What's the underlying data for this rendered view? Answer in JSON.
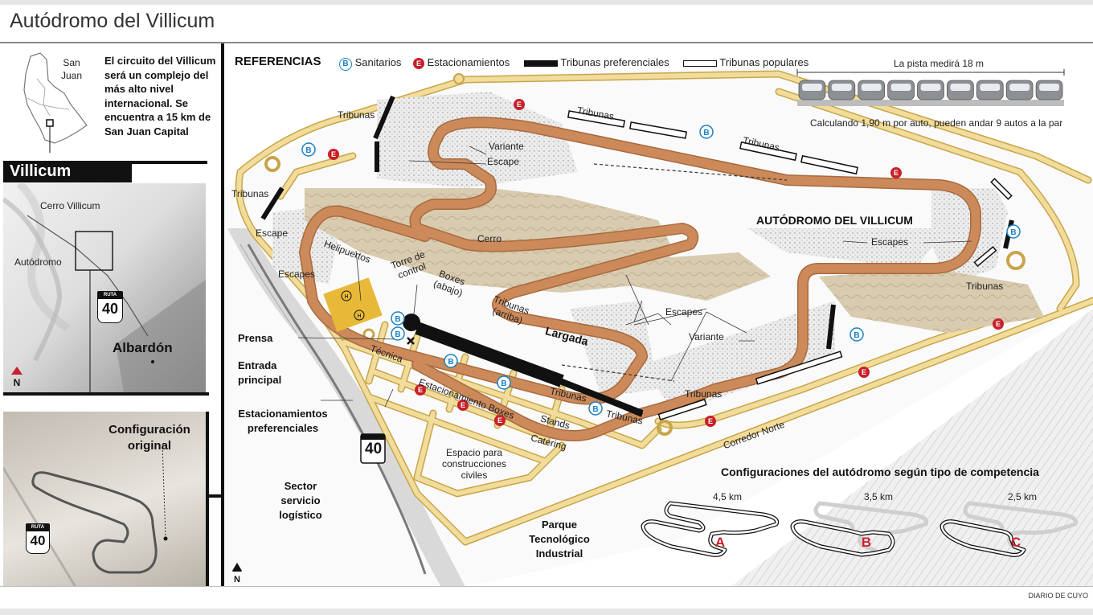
{
  "title": "Autódromo del Villicum",
  "footer": "DIARIO DE CUYO",
  "intro": "El circuito del Villicum será un complejo del más alto nivel internacional. Se encuentra a 15 km de San Juan Capital",
  "locator": {
    "label": "San Juan"
  },
  "villicum_bar": "Villicum",
  "aerial_labels": {
    "cerro": "Cerro Villicum",
    "autodromo": "Autódromo",
    "albardon": "Albardón",
    "ruta_word": "RUTA",
    "ruta_num": "40"
  },
  "original_config": {
    "label": "Configuración original",
    "ruta_word": "RUTA",
    "ruta_num": "40"
  },
  "legend": {
    "title": "REFERENCIAS",
    "items": [
      {
        "icon": "B",
        "label": "Sanitarios"
      },
      {
        "icon": "E",
        "label": "Estacionamientos"
      },
      {
        "icon": "black-bar",
        "label": "Tribunas preferenciales"
      },
      {
        "icon": "white-bar",
        "label": "Tribunas populares"
      }
    ]
  },
  "track_width": {
    "title": "La pista medirá 18 m",
    "caption": "Calculando 1,90 m por auto, pueden andar 9 autos a la par",
    "cars": 9
  },
  "map_labels": {
    "tribunas": "Tribunas",
    "variante": "Variante",
    "escape": "Escape",
    "escapes": "Escapes",
    "cerro": "Cerro",
    "autodromo": "AUTÓDROMO DEL VILLICUM",
    "helipuertos": "Helipuertos",
    "torre": "Torre de control",
    "boxes_abajo": "Boxes (abajo)",
    "tribunas_arriba": "Tribunas (arriba)",
    "largada": "Largada",
    "prensa": "Prensa",
    "tecnica": "Técnica",
    "entrada": "Entrada principal",
    "estac_boxes": "Estacionamiento Boxes",
    "estac_pref": "Estacionamientos preferenciales",
    "stands": "Stands",
    "catering": "Catering",
    "espacio": "Espacio para construcciones civiles",
    "sector": "Sector servicio logístico",
    "parque": "Parque Tecnológico Industrial",
    "corredor": "Corredor Norte",
    "ruta_num": "40"
  },
  "configs": {
    "title": "Configuraciones del autódromo según tipo de competencia",
    "items": [
      {
        "km": "4,5 km",
        "letter": "A"
      },
      {
        "km": "3,5 km",
        "letter": "B"
      },
      {
        "km": "2,5 km",
        "letter": "C"
      }
    ]
  },
  "colors": {
    "track": "#cc8a5a",
    "road": "#f1dc9b",
    "cerro": "#d8cbb0",
    "sanitario": "#1a7fc1",
    "estacionamiento": "#c8202a",
    "config_letter": "#d0202a"
  }
}
